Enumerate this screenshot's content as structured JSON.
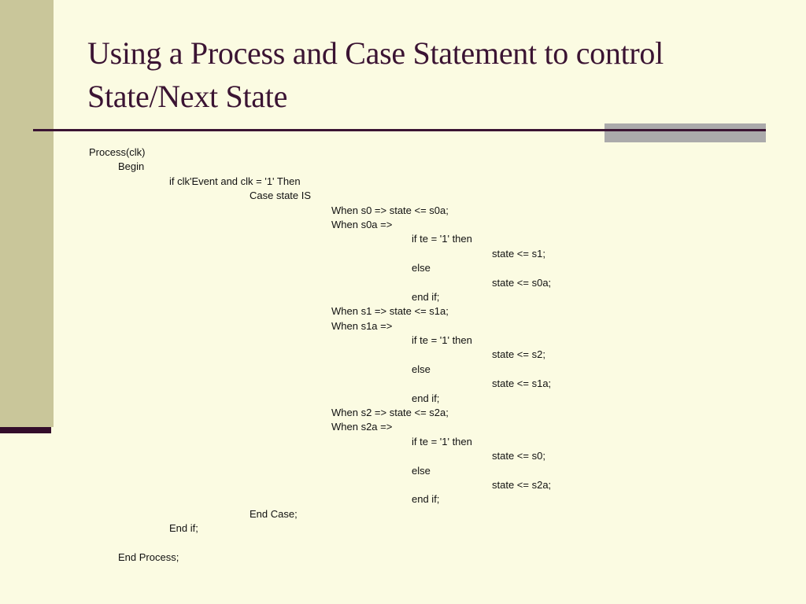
{
  "slide": {
    "title_line1": "Using a Process and Case Statement to control",
    "title_line2": "State/Next State",
    "colors": {
      "background": "#FBFBE2",
      "left_band": "#C9C69A",
      "accent_bar": "#330D2B",
      "gray_block": "#ABAAAB",
      "title": "#3B1433",
      "code_text": "#111111"
    },
    "code_lines": [
      {
        "indent": 0,
        "text": "Process(clk)"
      },
      {
        "indent": 1,
        "text": "Begin"
      },
      {
        "indent": 2,
        "text": "if clk'Event and clk = '1' Then"
      },
      {
        "indent": 3,
        "text": "Case state IS"
      },
      {
        "indent": 4,
        "text": "When s0 => state <= s0a;"
      },
      {
        "indent": 4,
        "text": "When s0a =>"
      },
      {
        "indent": 5,
        "text": "if te = '1' then"
      },
      {
        "indent": 6,
        "text": "state <= s1;"
      },
      {
        "indent": 5,
        "text": "else"
      },
      {
        "indent": 6,
        "text": "state <= s0a;"
      },
      {
        "indent": 5,
        "text": "end if;"
      },
      {
        "indent": 4,
        "text": "When s1 => state <= s1a;"
      },
      {
        "indent": 4,
        "text": "When s1a =>"
      },
      {
        "indent": 5,
        "text": "if te = '1' then"
      },
      {
        "indent": 6,
        "text": "state <= s2;"
      },
      {
        "indent": 5,
        "text": "else"
      },
      {
        "indent": 6,
        "text": "state <= s1a;"
      },
      {
        "indent": 5,
        "text": "end if;"
      },
      {
        "indent": 4,
        "text": "When s2 => state <= s2a;"
      },
      {
        "indent": 4,
        "text": "When s2a =>"
      },
      {
        "indent": 5,
        "text": "if te = '1' then"
      },
      {
        "indent": 6,
        "text": "state <= s0;"
      },
      {
        "indent": 5,
        "text": "else"
      },
      {
        "indent": 6,
        "text": "state <= s2a;"
      },
      {
        "indent": 5,
        "text": "end if;"
      },
      {
        "indent": 3,
        "text": "End Case;"
      },
      {
        "indent": 2,
        "text": "End if;"
      },
      {
        "indent": -1,
        "text": ""
      },
      {
        "indent": 1,
        "text": "End Process;"
      }
    ]
  }
}
